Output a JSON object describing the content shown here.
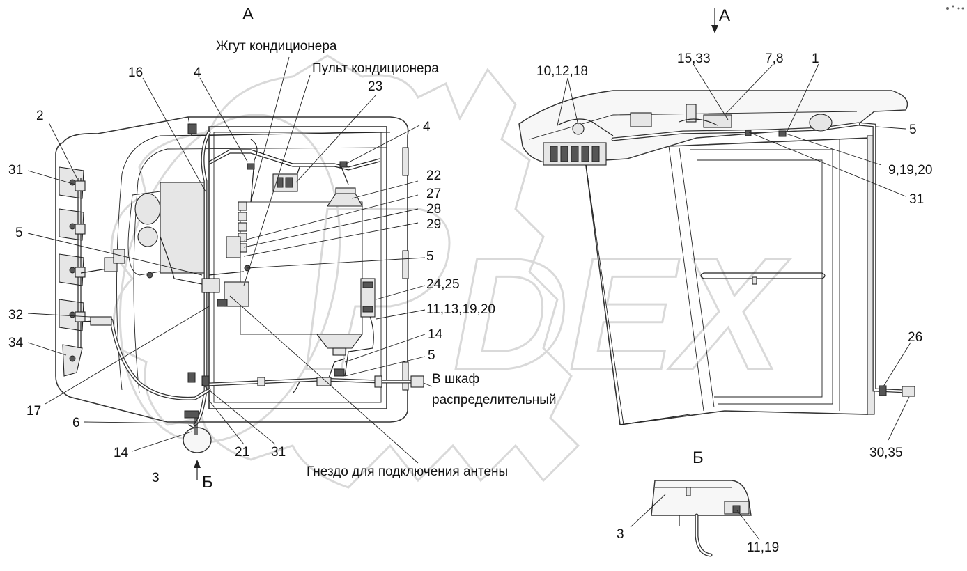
{
  "views": {
    "top_view_label": "А",
    "side_view_arrow_label": "А",
    "detail_label": "Б",
    "detail_arrow_label": "Б"
  },
  "callouts": {
    "harness": "Жгут кондиционера",
    "ac_panel": "Пульт кондиционера",
    "to_cabinet_line1": "В шкаф",
    "to_cabinet_line2": "распределительный",
    "antenna_socket": "Гнездо для подключения антены"
  },
  "positions_left": {
    "p2": "2",
    "p31a": "31",
    "p5a": "5",
    "p32": "32",
    "p34": "34",
    "p17": "17",
    "p6": "6",
    "p14a": "14",
    "p3a": "3",
    "p21": "21",
    "p31b": "31",
    "p16": "16",
    "p4a": "4",
    "p23": "23",
    "p4b": "4",
    "p22": "22",
    "p27": "27",
    "p28": "28",
    "p29": "29",
    "p5b": "5",
    "p2425": "24,25",
    "p11131920": "11,13,19,20",
    "p14b": "14",
    "p5c": "5"
  },
  "positions_right": {
    "p101218": "10,12,18",
    "p1533": "15,33",
    "p78": "7,8",
    "p1": "1",
    "p5d": "5",
    "p91920": "9,19,20",
    "p31c": "31",
    "p26": "26",
    "p3035": "30,35",
    "p3b": "3",
    "p1119": "11,19"
  },
  "watermark": {
    "text": "DEX"
  }
}
